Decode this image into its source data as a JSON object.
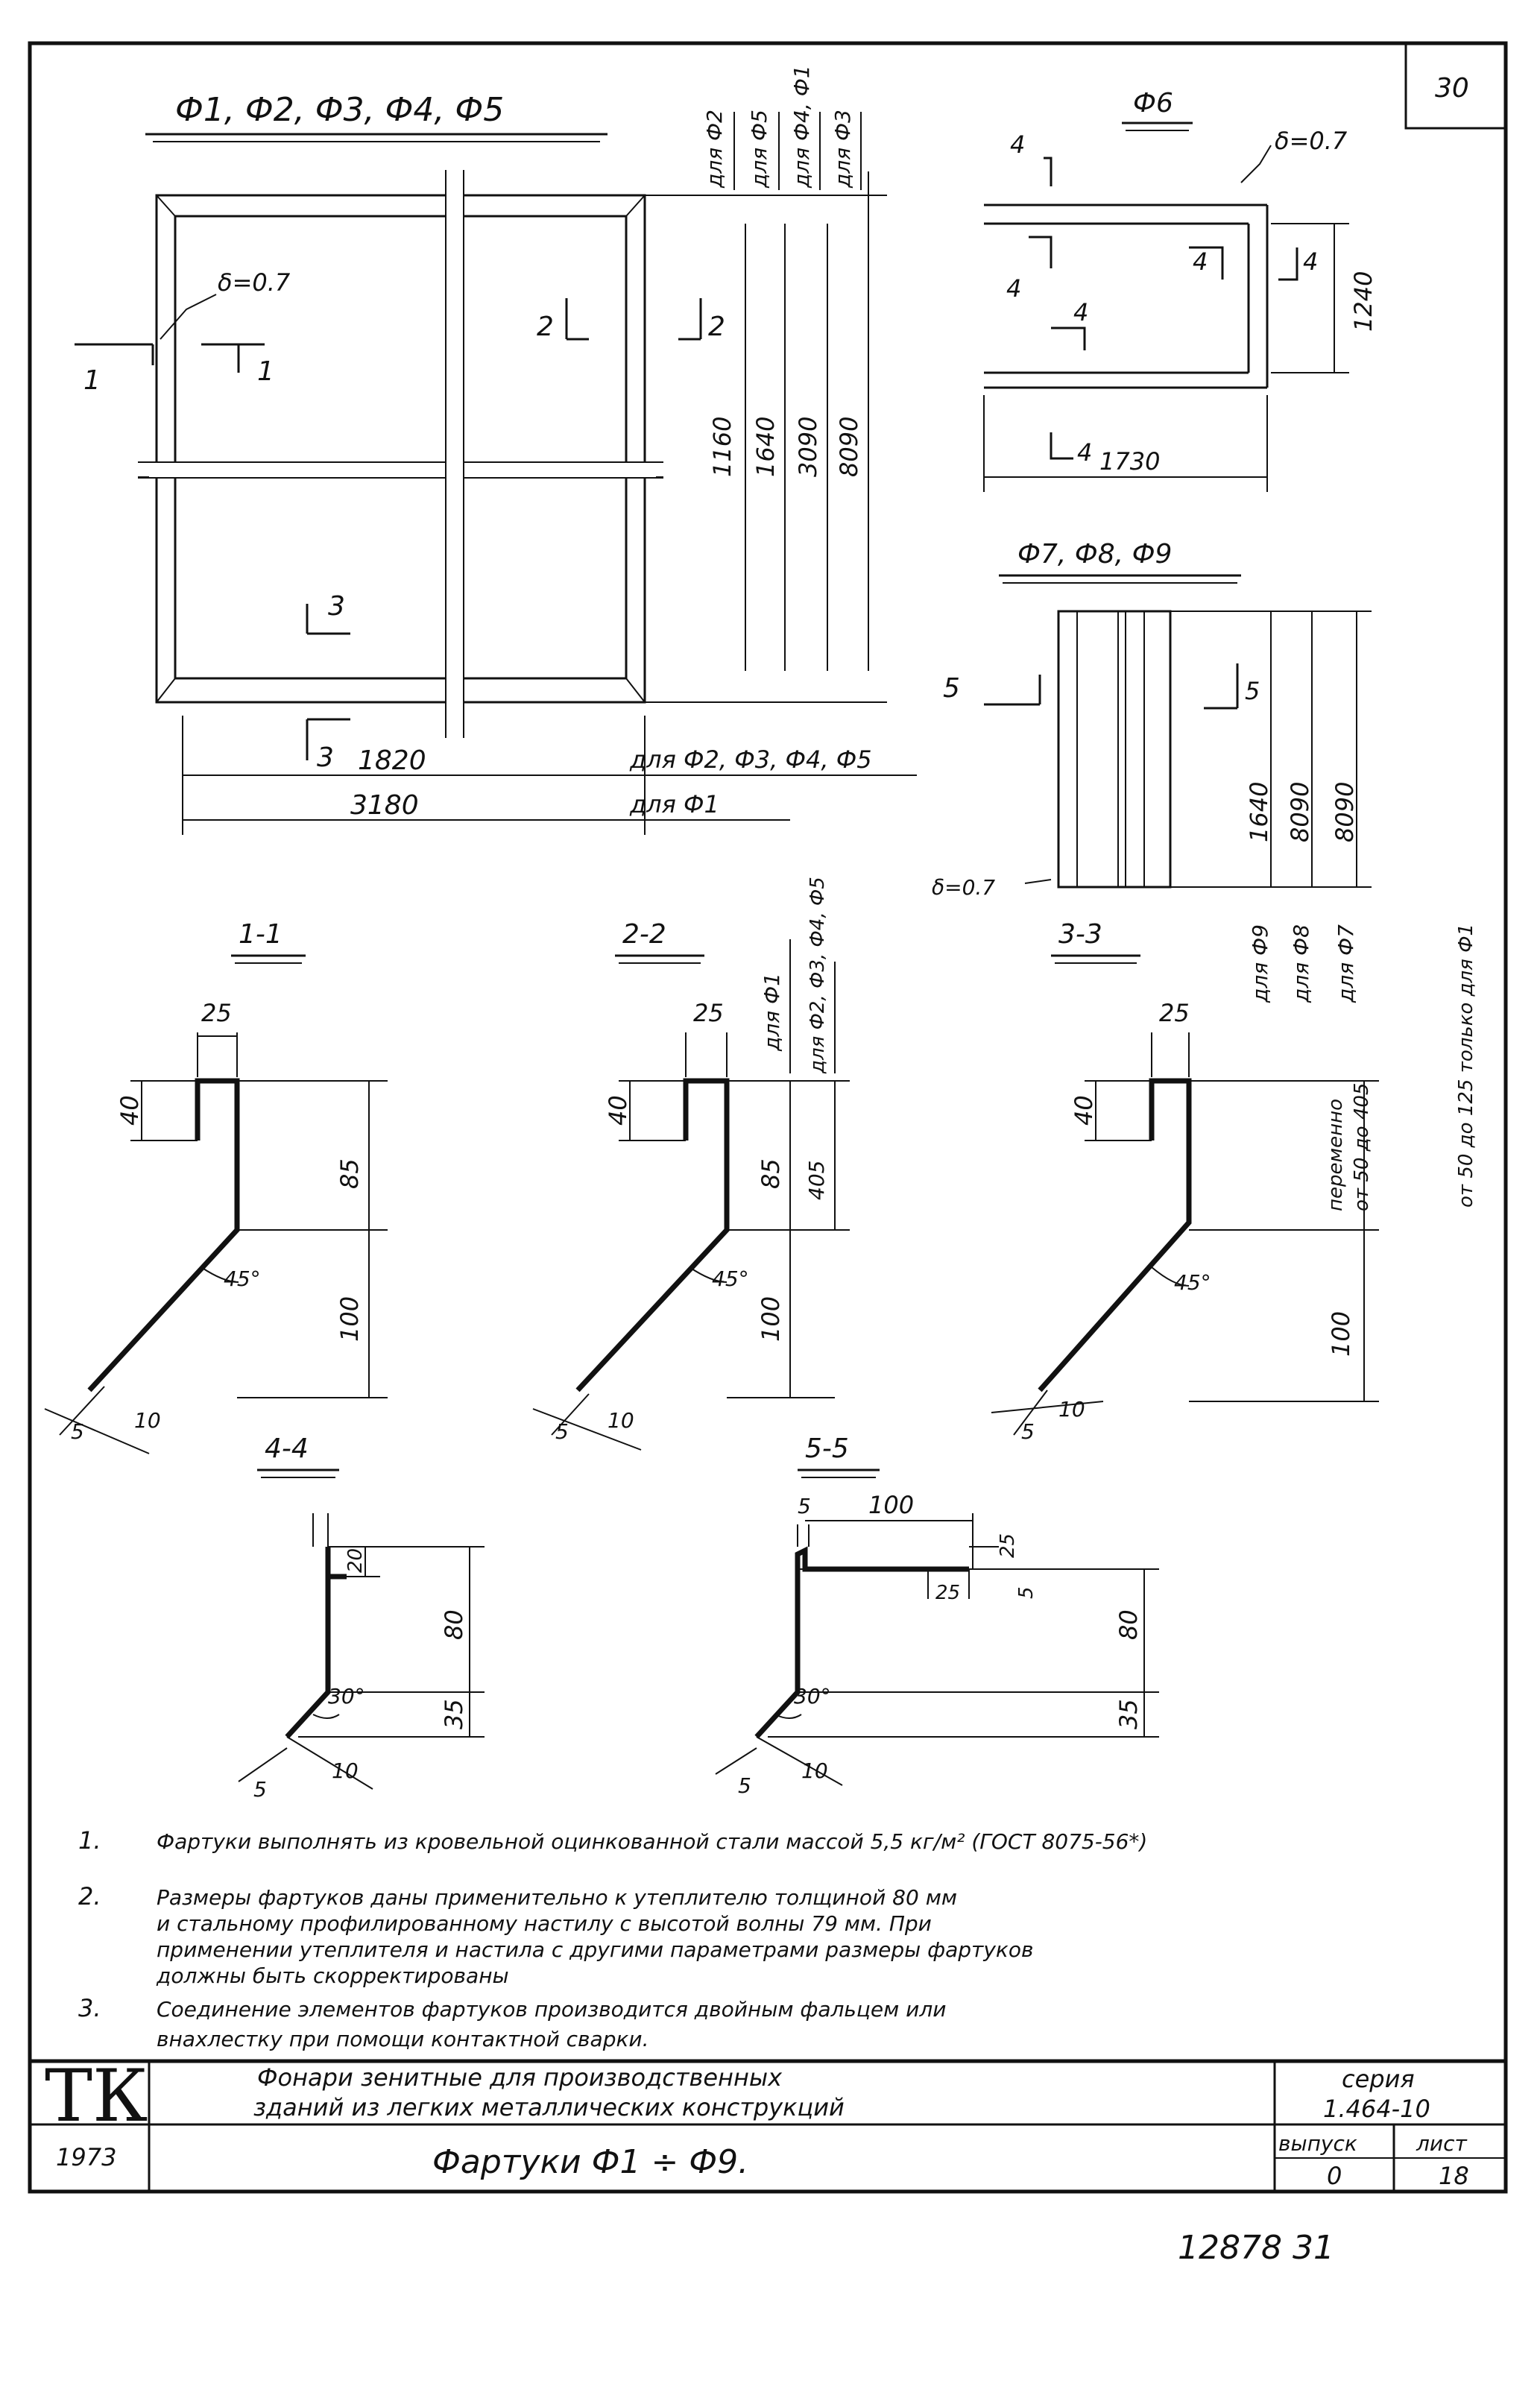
{
  "sheet": {
    "page_number": "30",
    "stamp_numbers": "12878   31"
  },
  "views": {
    "main_title": "Ф1, Ф2, Ф3, Ф4, Ф5",
    "f6_title": "Ф6",
    "f789_title": "Ф7, Ф8, Ф9",
    "delta_main": "δ=0.7",
    "delta_f6": "δ=0.7",
    "delta_f789": "δ=0.7",
    "for_labels": [
      "для Ф2",
      "для Ф5",
      "для Ф4, Ф1",
      "для Ф3"
    ],
    "heights": [
      "1160",
      "1640",
      "3090",
      "8090"
    ],
    "width_inner": "1820",
    "width_outer": "3180",
    "note_width_inner": "для Ф2, Ф3, Ф4, Ф5",
    "note_width_outer": "для Ф1",
    "f6_width": "1730",
    "f6_height": "1240",
    "f789_heights": [
      "1640",
      "8090",
      "8090"
    ],
    "f789_for": [
      "для Ф9",
      "для Ф8",
      "для Ф7"
    ],
    "cut_marks": {
      "c1": "1",
      "c2": "2",
      "c3": "3",
      "c4": "4",
      "c5": "5"
    }
  },
  "sections": {
    "s11": {
      "title": "1-1",
      "top": "25",
      "lip": "40",
      "upper": "85",
      "lower": "100",
      "angle": "45°",
      "tip": "5",
      "hem": "10"
    },
    "s22": {
      "title": "2-2",
      "top": "25",
      "lip": "40",
      "upper": "85",
      "lower": "100",
      "angle": "45°",
      "tip": "5",
      "hem": "10",
      "dim_alt": "405",
      "for_a": "для Ф1",
      "for_b": "для Ф2, Ф3, Ф4, Ф5"
    },
    "s33": {
      "title": "3-3",
      "top": "25",
      "lip": "40",
      "lower": "100",
      "angle": "45°",
      "tip": "5",
      "hem": "10",
      "var_a": "переменно",
      "var_b": "от 50 до 405",
      "var_c": "от 50 до 125 только для Ф1"
    },
    "s44": {
      "title": "4-4",
      "lip": "20",
      "upper": "80",
      "lower": "35",
      "angle": "30°",
      "tip": "5",
      "hem": "10"
    },
    "s55": {
      "title": "5-5",
      "top": "100",
      "tip_top": "5",
      "lip": "25",
      "lip2": "25",
      "gap": "5",
      "upper": "80",
      "lower": "35",
      "angle": "30°",
      "tip": "5",
      "hem": "10"
    }
  },
  "notes": {
    "n1_num": "1.",
    "n1": "Фартуки выполнять из кровельной оцинкованной стали массой 5,5 кг/м² (ГОСТ 8075-56*)",
    "n2_num": "2.",
    "n2_l1": "Размеры фартуков даны применительно к утеплителю толщиной 80 мм",
    "n2_l2": "и стальному профилированному настилу с высотой волны 79 мм. При",
    "n2_l3": "применении утеплителя и настила с другими параметрами размеры фартуков",
    "n2_l4": "должны быть скорректированы",
    "n3_num": "3.",
    "n3_l1": "Соединение элементов фартуков производится двойным фальцем или",
    "n3_l2": "внахлестку при помощи контактной сварки."
  },
  "title_block": {
    "logo": "ТК",
    "project_l1": "Фонари зенитные для производственных",
    "project_l2": "зданий из легких металлических конструкций",
    "series_label": "серия",
    "series_value": "1.464-10",
    "year": "1973",
    "drawing_title": "Фартуки  Ф1 ÷ Ф9.",
    "issue_label": "выпуск",
    "issue_value": "0",
    "sheet_label": "лист",
    "sheet_value": "18"
  }
}
